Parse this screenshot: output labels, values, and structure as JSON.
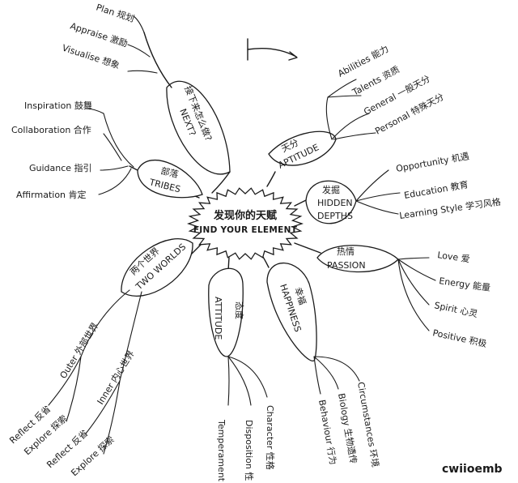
{
  "center": {
    "cn": "发现你的天赋",
    "en": "FIND YOUR ELEMENT"
  },
  "branches": {
    "aptitude": {
      "cn": "天分",
      "en": "APTITUDE",
      "leaves": [
        "Abilities 能力",
        "Talents 资质",
        "General 一般天分",
        "Personal 特殊天分"
      ]
    },
    "hidden": {
      "cn": "发掘",
      "en1": "HIDDEN",
      "en2": "DEPTHS",
      "leaves": [
        "Opportunity 机遇",
        "Education 教育",
        "Learning Style 学习风格"
      ]
    },
    "passion": {
      "cn": "热情",
      "en": "PASSION",
      "leaves": [
        "Love 爱",
        "Energy 能量",
        "Spirit 心灵",
        "Positive 积极"
      ]
    },
    "happiness": {
      "cn": "幸福",
      "en": "HAPPINESS",
      "leaves": [
        "Behaviour 行为",
        "Biology 生物遗传",
        "Circumstances 环境"
      ]
    },
    "attitude": {
      "cn": "态度",
      "en": "ATTITUDE",
      "leaves": [
        "Temperament",
        "Disposition 性",
        "Character 性格"
      ]
    },
    "worlds": {
      "cn": "两个世界",
      "en": "TWO WORLDS",
      "outer": "Outer 外部世界",
      "inner": "Inner 内心世界",
      "leaves": [
        "Reflect 反省",
        "Explore 探索",
        "Reflect 反省",
        "Explore 探索"
      ]
    },
    "tribes": {
      "cn": "部落",
      "en": "TRIBES",
      "leaves": [
        "Inspiration 鼓舞",
        "Collaboration 合作",
        "Guidance 指引",
        "Affirmation 肯定"
      ]
    },
    "next": {
      "cn": "接下来怎么做?",
      "en": "NEXT?",
      "leaves": [
        "Plan 规划",
        "Appraise 激励",
        "Visualise 想象"
      ]
    }
  },
  "watermark": "cwiioemb"
}
